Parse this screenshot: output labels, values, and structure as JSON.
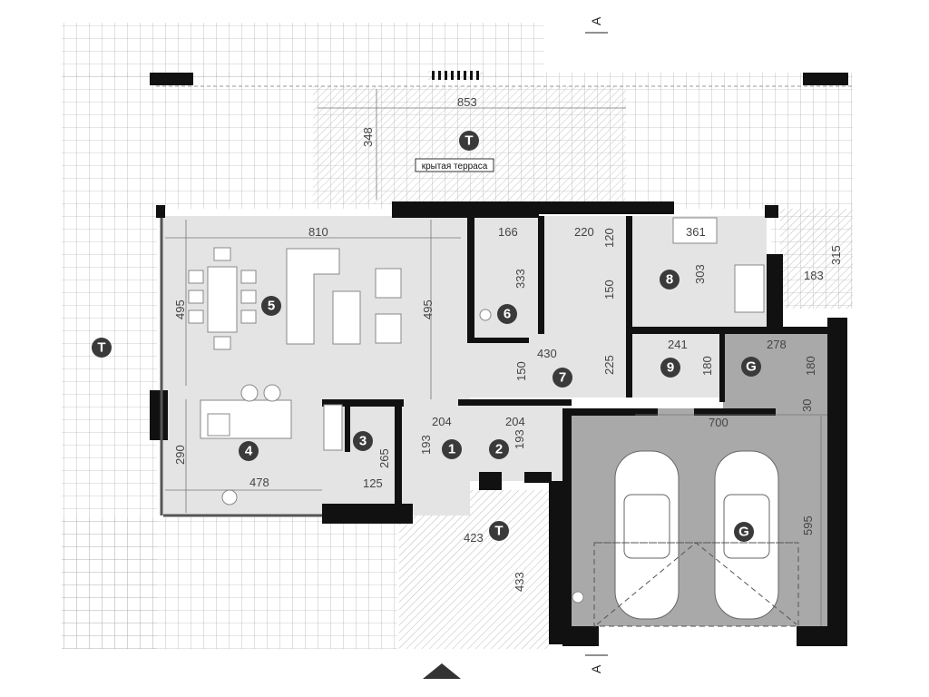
{
  "plan": {
    "section_marker": "A",
    "covered_terrace_label": "крытая терраса",
    "rooms": [
      {
        "id": "T-top",
        "label": "T"
      },
      {
        "id": "T-left",
        "label": "T"
      },
      {
        "id": "T-bottom",
        "label": "T"
      },
      {
        "id": "1",
        "label": "1"
      },
      {
        "id": "2",
        "label": "2"
      },
      {
        "id": "3",
        "label": "3"
      },
      {
        "id": "4",
        "label": "4"
      },
      {
        "id": "5",
        "label": "5"
      },
      {
        "id": "6",
        "label": "6"
      },
      {
        "id": "7",
        "label": "7"
      },
      {
        "id": "8",
        "label": "8"
      },
      {
        "id": "9",
        "label": "9"
      },
      {
        "id": "G-small",
        "label": "G"
      },
      {
        "id": "G-garage",
        "label": "G"
      }
    ],
    "dimensions": {
      "terrace_width": "853",
      "terrace_depth": "348",
      "living_width": "810",
      "living_depth_left": "495",
      "living_depth_right": "495",
      "room6_width": "166",
      "room6_depth": "333",
      "stair_width": "220",
      "stair_120": "120",
      "stair_150": "150",
      "hall_430": "430",
      "hall_225": "225",
      "hall_150": "150",
      "room8_width": "361",
      "room8_depth": "303",
      "porch_183": "183",
      "porch_315": "315",
      "room9_width": "241",
      "room9_depth": "180",
      "gsmall_width": "278",
      "gsmall_depth": "180",
      "gap_30": "30",
      "garage_width": "700",
      "garage_depth": "595",
      "room1_width": "204",
      "room1_depth": "193",
      "room2_width": "204",
      "room2_depth": "193",
      "room3_depth": "265",
      "room3_width": "125",
      "kitchen_depth": "290",
      "kitchen_width": "478",
      "entry_width": "423",
      "entry_depth": "433"
    }
  }
}
